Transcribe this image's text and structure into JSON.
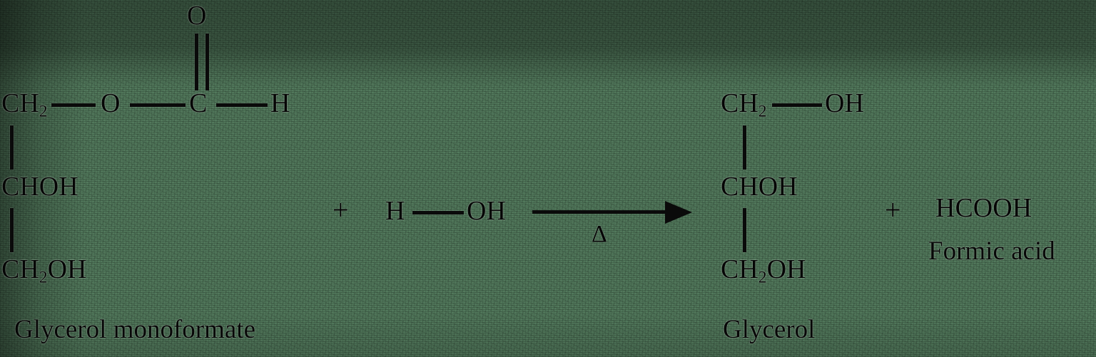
{
  "figure": {
    "kind": "chemical-reaction-scheme",
    "description": "Hydrolysis of glycerol monoformate on heating yields glycerol and formic acid",
    "background_color": "#52795c",
    "ink_color": "#050505"
  },
  "reactant": {
    "name": "Glycerol monoformate",
    "carbonyl_oxygen": "O",
    "chain": {
      "c1": "CH₂",
      "ester_oxygen": "O",
      "carbonyl_carbon": "C",
      "aldehyde_hydrogen": "H",
      "c2": "CHOH",
      "c3": "CH₂OH"
    }
  },
  "water": {
    "plus": "+",
    "hydrogen": "H",
    "hydroxyl": "OH"
  },
  "arrow": {
    "condition": "Δ",
    "direction": "right"
  },
  "products": {
    "plus": "+",
    "glycerol": {
      "name": "Glycerol",
      "c1": "CH₂",
      "c1_hydroxyl": "OH",
      "c2": "CHOH",
      "c3": "CH₂OH"
    },
    "formic_acid": {
      "formula": "HCOOH",
      "name": "Formic acid"
    }
  }
}
